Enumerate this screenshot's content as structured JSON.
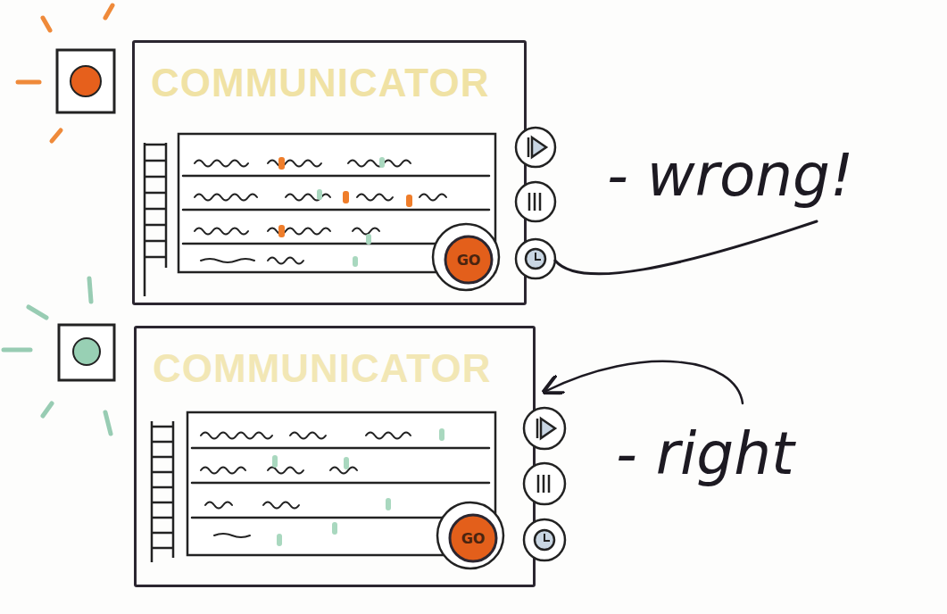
{
  "diagram": {
    "nodes": [
      {
        "text": [
          "COMMUNICATOR"
        ]
      },
      {
        "text": [
          "GO"
        ],
        "in": 0
      },
      {
        "text": [
          "COMMUNICATOR"
        ]
      },
      {
        "text": [
          "GO"
        ],
        "in": 2
      }
    ],
    "labels": [
      "- wrong!",
      "- right"
    ]
  }
}
